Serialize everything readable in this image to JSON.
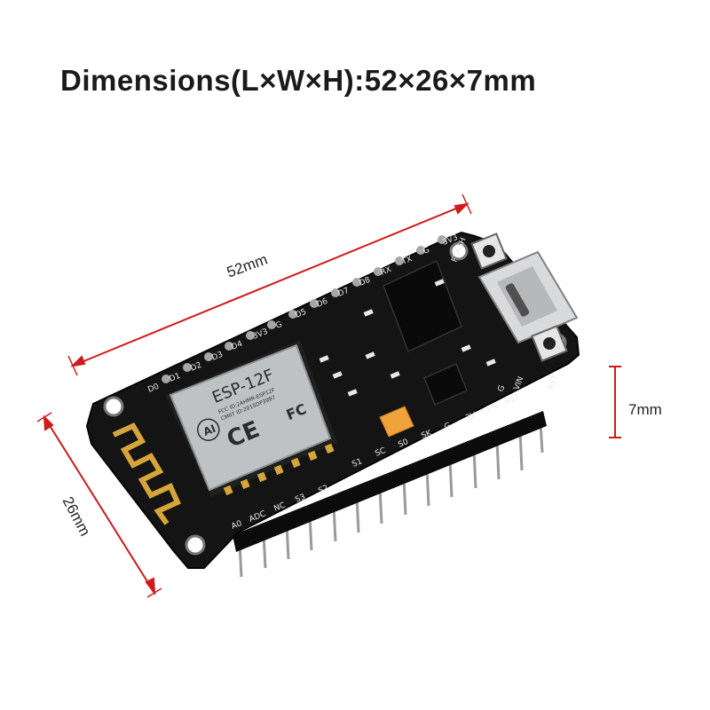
{
  "title": "Dimensions(L×W×H):52×26×7mm",
  "dimensions": {
    "length_label": "52mm",
    "width_label": "26mm",
    "height_label": "7mm"
  },
  "module": {
    "brand": "AI",
    "model": "ESP-12F",
    "fcc_line": "FCC ID:2AHMR-ESP12F",
    "cmiit_line": "CMIIT ID:2015DP3997",
    "ce_mark": "CE",
    "fc_mark": "FC"
  },
  "board_labels": {
    "top_pins": [
      "D0",
      "D1",
      "D2",
      "D3",
      "D4",
      "3V3",
      "G",
      "D5",
      "D6",
      "D7",
      "D8",
      "RX",
      "TX",
      "G",
      "3V3"
    ],
    "bottom_pins": [
      "A0",
      "ADC",
      "NC",
      "S3",
      "S2",
      "S1",
      "SC",
      "S0",
      "SK",
      "G",
      "3V",
      "EN",
      "RST",
      "G",
      "VIN"
    ],
    "buttons": [
      "RST",
      "FLASH"
    ]
  },
  "colors": {
    "accent_line": "#d11a1a",
    "pcb": "#141414",
    "antenna": "#d6a53a",
    "module_shield": "#bfc2c4",
    "capacitor": "#f2a23a"
  }
}
